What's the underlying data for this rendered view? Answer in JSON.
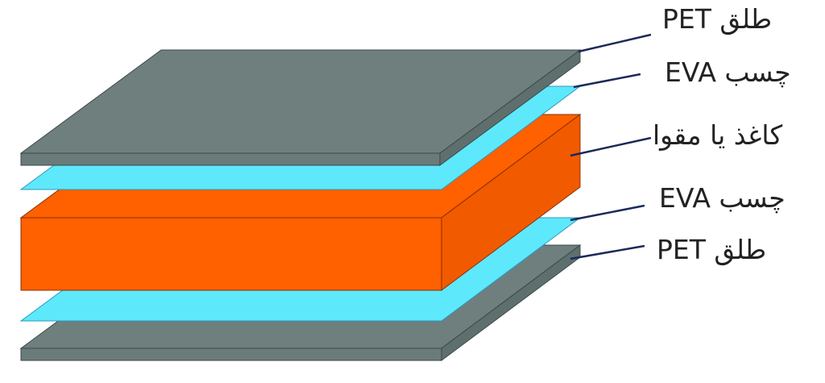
{
  "labels": {
    "pet_top": "طلق PET",
    "eva_top": "چسب EVA",
    "core": "کاغذ یا مقوا",
    "eva_bottom": "چسب EVA",
    "pet_bottom": "طلق PET"
  },
  "colors": {
    "pet": "#6f7f7e",
    "eva": "#5ee8fc",
    "core": "#ff6000",
    "leader": "#1c2a5a"
  }
}
